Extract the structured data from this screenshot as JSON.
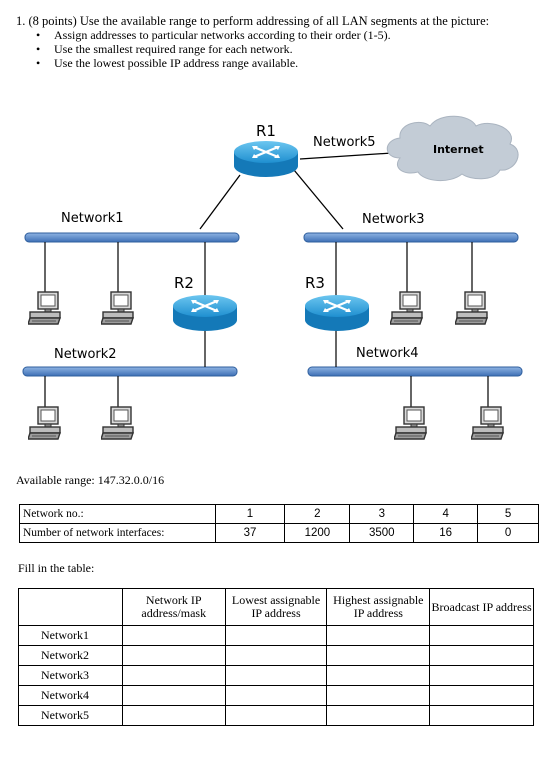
{
  "question": {
    "title": "1. (8 points) Use the available range to perform addressing of all LAN segments at the picture:",
    "bullets": [
      "Assign addresses to particular networks according to their order (1-5).",
      "Use the smallest required range for each network.",
      "Use the lowest possible IP address range available."
    ]
  },
  "diagram": {
    "routers": [
      "R1",
      "R2",
      "R3"
    ],
    "networks": [
      "Network1",
      "Network2",
      "Network3",
      "Network4",
      "Network5"
    ],
    "internet": "Internet"
  },
  "available_range": "Available range: 147.32.0.0/16",
  "table1": {
    "row1_label": "Network no.:",
    "row2_label": "Number of network interfaces:",
    "network_numbers": [
      "1",
      "2",
      "3",
      "4",
      "5"
    ],
    "interfaces": [
      "37",
      "1200",
      "3500",
      "16",
      "0"
    ]
  },
  "fill_label": "Fill in the table:",
  "table2": {
    "headers": [
      "",
      "Network IP address/mask",
      "Lowest assignable IP address",
      "Highest assignable IP address",
      "Broadcast IP address"
    ],
    "rows": [
      "Network1",
      "Network2",
      "Network3",
      "Network4",
      "Network5"
    ]
  },
  "colors": {
    "bus": "#5b8fd0",
    "router": "#2a9ad6",
    "cloud": "#c3ccd6"
  }
}
